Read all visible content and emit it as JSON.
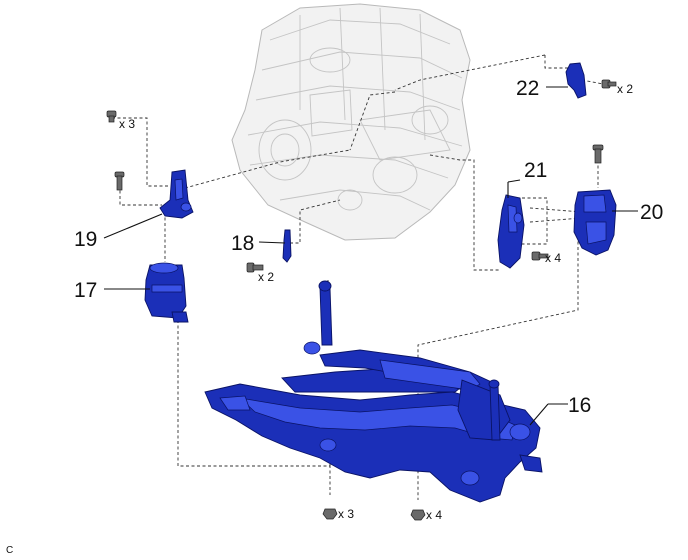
{
  "diagram": {
    "callouts": {
      "c16": "16",
      "c17": "17",
      "c18": "18",
      "c19": "19",
      "c20": "20",
      "c21": "21",
      "c22": "22"
    },
    "quantities": {
      "q_top_left": "x 3",
      "q_22": "x 2",
      "q_18": "x 2",
      "q_21": "x 4",
      "q_bottom_left": "x 3",
      "q_bottom_right": "x 4"
    },
    "corner_mark": "C",
    "colors": {
      "part_blue": "#1b2fb8",
      "engine_grey": "#f2f2f2"
    }
  }
}
